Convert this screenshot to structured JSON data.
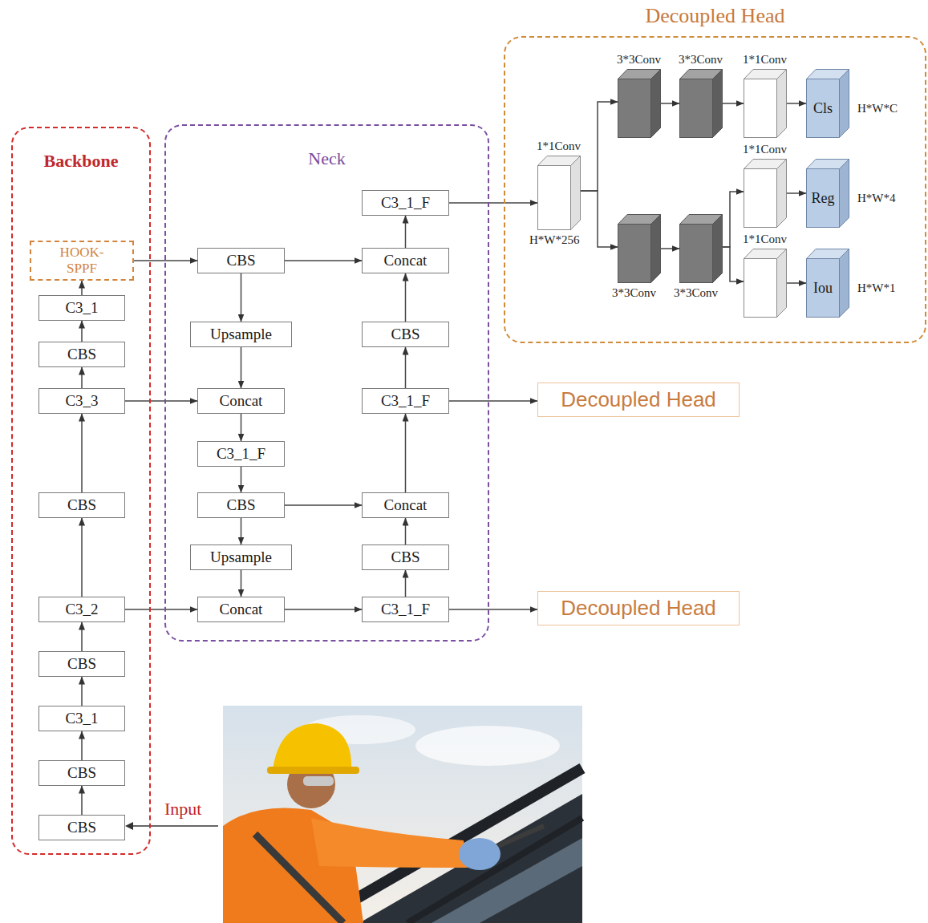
{
  "diagram": {
    "title": "Decoupled Head",
    "nodes": [
      {
        "text": [
          "Backbone"
        ]
      },
      {
        "text": [
          "HOOK-SPPF"
        ],
        "in": 0
      },
      {
        "text": [
          "C3_1"
        ],
        "in": 0
      },
      {
        "text": [
          "CBS"
        ],
        "in": 0
      },
      {
        "text": [
          "C3_3"
        ],
        "in": 0
      },
      {
        "text": [
          "CBS"
        ],
        "in": 0
      },
      {
        "text": [
          "C3_2"
        ],
        "in": 0
      },
      {
        "text": [
          "CBS"
        ],
        "in": 0
      },
      {
        "text": [
          "C3_1"
        ],
        "in": 0
      },
      {
        "text": [
          "CBS"
        ],
        "in": 0
      },
      {
        "text": [
          "CBS"
        ],
        "in": 0
      },
      {
        "text": [
          "Neck"
        ]
      },
      {
        "text": [
          "C3_1_F"
        ],
        "in": 11
      },
      {
        "text": [
          "CBS"
        ],
        "in": 11
      },
      {
        "text": [
          "Concat"
        ],
        "in": 11
      },
      {
        "text": [
          "Upsample"
        ],
        "in": 11
      },
      {
        "text": [
          "CBS"
        ],
        "in": 11
      },
      {
        "text": [
          "Concat"
        ],
        "in": 11
      },
      {
        "text": [
          "C3_1_F"
        ],
        "in": 11
      },
      {
        "text": [
          "C3_1_F"
        ],
        "in": 11
      },
      {
        "text": [
          "CBS"
        ],
        "in": 11
      },
      {
        "text": [
          "Concat"
        ],
        "in": 11
      },
      {
        "text": [
          "Upsample"
        ],
        "in": 11
      },
      {
        "text": [
          "CBS"
        ],
        "in": 11
      },
      {
        "text": [
          "Concat"
        ],
        "in": 11
      },
      {
        "text": [
          "C3_1_F"
        ],
        "in": 11
      },
      {
        "text": [
          "Decoupled Head"
        ]
      },
      {
        "text": [
          "3*3Conv"
        ],
        "in": 26
      },
      {
        "text": [
          "3*3Conv"
        ],
        "in": 26
      },
      {
        "text": [
          "1*1Conv"
        ],
        "in": 26
      },
      {
        "text": [
          "Cls",
          "H*W*C"
        ],
        "in": 26
      },
      {
        "text": [
          "1*1Conv",
          "H*W*256"
        ],
        "in": 26
      },
      {
        "text": [
          "1*1Conv"
        ],
        "in": 26
      },
      {
        "text": [
          "Reg",
          "H*W*4"
        ],
        "in": 26
      },
      {
        "text": [
          "1*1Conv"
        ],
        "in": 26
      },
      {
        "text": [
          "Iou",
          "H*W*1"
        ],
        "in": 26
      },
      {
        "text": [
          "3*3Conv"
        ],
        "in": 26
      },
      {
        "text": [
          "3*3Conv"
        ],
        "in": 26
      },
      {
        "text": [
          "Decoupled Head"
        ]
      },
      {
        "text": [
          "Decoupled Head"
        ]
      }
    ],
    "edges": [
      {
        "from": 10,
        "to": 9,
        "arrow": "to"
      },
      {
        "from": 9,
        "to": 8,
        "arrow": "to"
      },
      {
        "from": 8,
        "to": 7,
        "arrow": "to"
      },
      {
        "from": 7,
        "to": 6,
        "arrow": "to"
      },
      {
        "from": 6,
        "to": 5,
        "arrow": "to"
      },
      {
        "from": 5,
        "to": 4,
        "arrow": "to"
      },
      {
        "from": 4,
        "to": 3,
        "arrow": "to"
      },
      {
        "from": 3,
        "to": 2,
        "arrow": "to"
      },
      {
        "from": 2,
        "to": 1,
        "arrow": "to"
      },
      {
        "from": 1,
        "to": 13,
        "arrow": "to"
      },
      {
        "from": 4,
        "to": 17,
        "arrow": "to"
      },
      {
        "from": 6,
        "to": 24,
        "arrow": "to"
      },
      {
        "from": 13,
        "to": 15,
        "arrow": "to"
      },
      {
        "from": 15,
        "to": 17,
        "arrow": "to"
      },
      {
        "from": 17,
        "to": 19,
        "arrow": "to"
      },
      {
        "from": 19,
        "to": 20,
        "arrow": "to"
      },
      {
        "from": 20,
        "to": 22,
        "arrow": "to"
      },
      {
        "from": 22,
        "to": 24,
        "arrow": "to"
      },
      {
        "from": 24,
        "to": 25,
        "arrow": "to"
      },
      {
        "from": 25,
        "to": 23,
        "arrow": "to"
      },
      {
        "from": 23,
        "to": 21,
        "arrow": "to"
      },
      {
        "from": 20,
        "to": 21,
        "arrow": "to"
      },
      {
        "from": 21,
        "to": 18,
        "arrow": "to"
      },
      {
        "from": 18,
        "to": 16,
        "arrow": "to"
      },
      {
        "from": 16,
        "to": 14,
        "arrow": "to"
      },
      {
        "from": 13,
        "to": 14,
        "arrow": "to"
      },
      {
        "from": 14,
        "to": 12,
        "arrow": "to"
      },
      {
        "from": 12,
        "to": 31,
        "arrow": "to"
      },
      {
        "from": 18,
        "to": 38,
        "arrow": "to"
      },
      {
        "from": 25,
        "to": 39,
        "arrow": "to"
      },
      {
        "from": 31,
        "to": 27,
        "arrow": "to"
      },
      {
        "from": 31,
        "to": 36,
        "arrow": "to"
      },
      {
        "from": 27,
        "to": 28,
        "arrow": "to"
      },
      {
        "from": 28,
        "to": 29,
        "arrow": "to"
      },
      {
        "from": 29,
        "to": 30,
        "arrow": "to"
      },
      {
        "from": 36,
        "to": 37,
        "arrow": "to"
      },
      {
        "from": 37,
        "to": 32,
        "arrow": "to"
      },
      {
        "from": 37,
        "to": 34,
        "arrow": "to"
      },
      {
        "from": 32,
        "to": 33,
        "arrow": "to"
      },
      {
        "from": 34,
        "to": 35,
        "arrow": "to"
      }
    ],
    "labels": [
      "Input"
    ]
  }
}
